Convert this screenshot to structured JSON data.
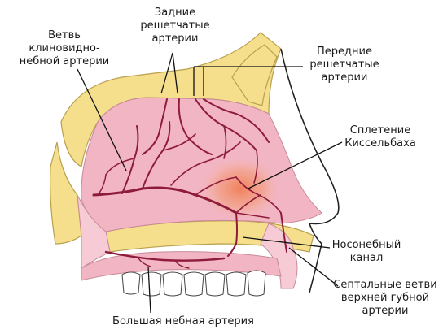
{
  "labels": {
    "sphenopalatine": [
      "Ветвь",
      "клиновидно-",
      "небной артерии"
    ],
    "posterior_ethmoidal": [
      "Задние",
      "решетчатые",
      "артерии"
    ],
    "anterior_ethmoidal": [
      "Передние",
      "решетчатые",
      "артерии"
    ],
    "kiesselbach": [
      "Сплетение",
      "Киссельбаха"
    ],
    "nasopalatine": [
      "Носонебный",
      "канал"
    ],
    "septal_branches": [
      "Септальные ветви",
      "верхней губной",
      "артерии"
    ],
    "greater_palatine": [
      "Большая небная артерия"
    ]
  },
  "colors": {
    "bone": "#f5df8c",
    "bone_stroke": "#b9a04e",
    "mucosa": "#f2b5c3",
    "mucosa_light": "#f7cbd5",
    "cartilage": "#f5e8c7",
    "artery": "#8e1b3a",
    "plexus": "#f28a5f",
    "outline": "#222222"
  }
}
